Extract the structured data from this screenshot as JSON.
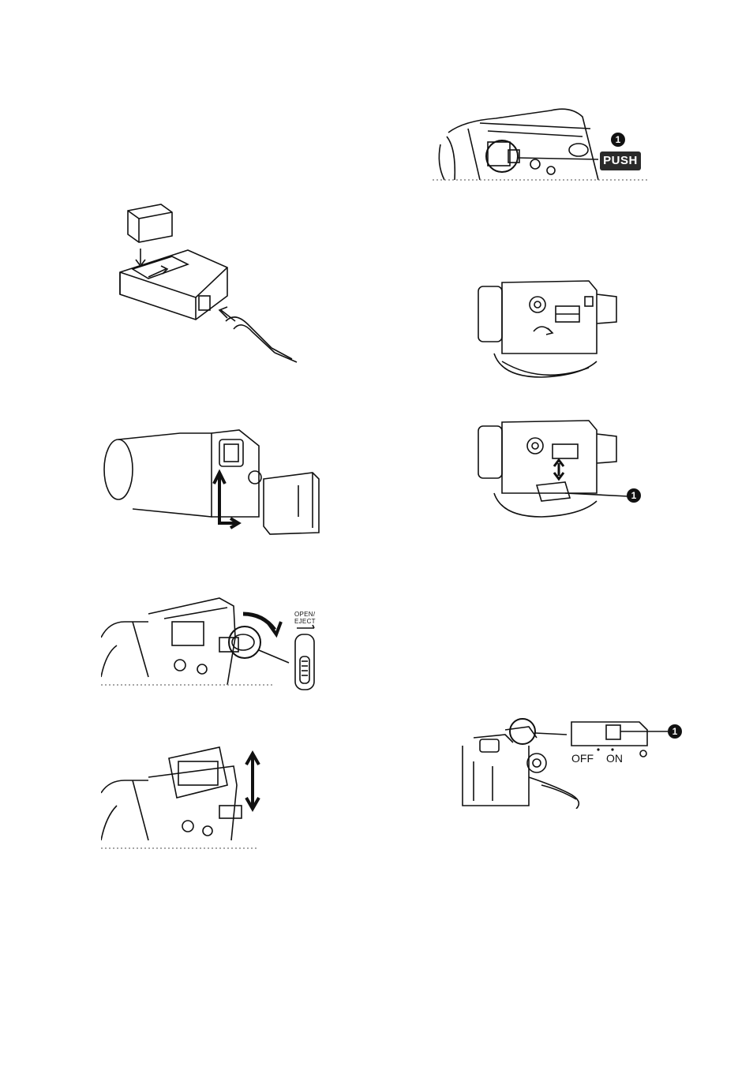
{
  "figures": {
    "push_latch": {
      "callout": "1",
      "badge": "PUSH"
    },
    "battery_charger": {},
    "battery_insert": {},
    "card_slot_open": {},
    "card_insert": {
      "callout": "1"
    },
    "cassette_eject": {
      "switch_label_line1": "OPEN/",
      "switch_label_line2": "EJECT"
    },
    "cassette_insert": {},
    "power_switch": {
      "callout": "1",
      "off_label": "OFF",
      "on_label": "ON"
    }
  }
}
